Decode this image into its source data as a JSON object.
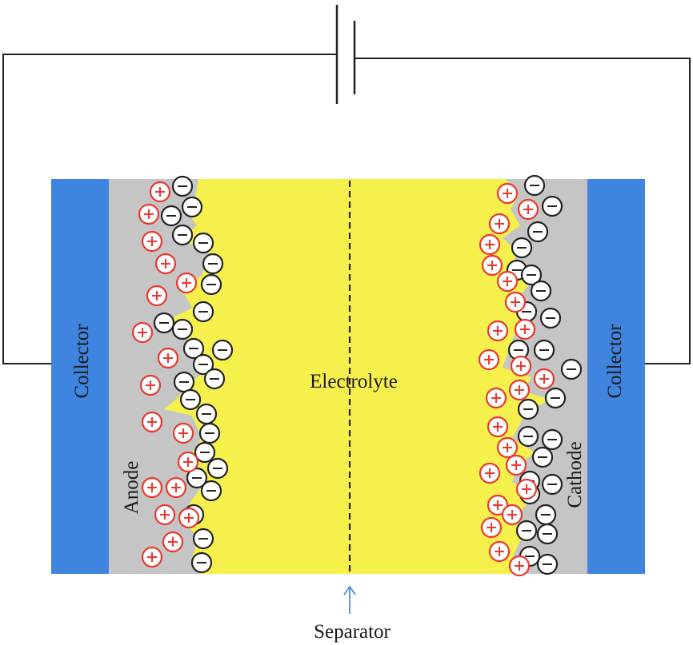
{
  "labels": {
    "electrolyte": "Electrolyte",
    "separator": "Separator",
    "anode": "Anode",
    "cathode": "Cathode",
    "collector_left": "Collector",
    "collector_right": "Collector"
  },
  "colors": {
    "collector": "#3f84de",
    "electrode": "#c5c5c5",
    "electrolyte": "#f5f04c",
    "positive_ion": "#e8382f",
    "negative_ion": "#222222",
    "separator_arrow": "#4a8fe0",
    "wire": "#222222"
  }
}
